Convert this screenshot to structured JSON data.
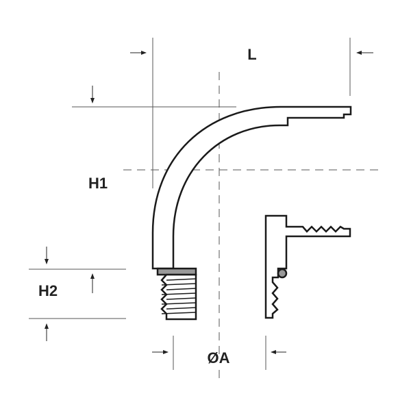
{
  "labels": {
    "L": "L",
    "H1": "H1",
    "H2": "H2",
    "diameter": "ØA"
  },
  "colors": {
    "stroke": "#1a1a1a",
    "gasket": "#999999",
    "guide": "#555555"
  }
}
